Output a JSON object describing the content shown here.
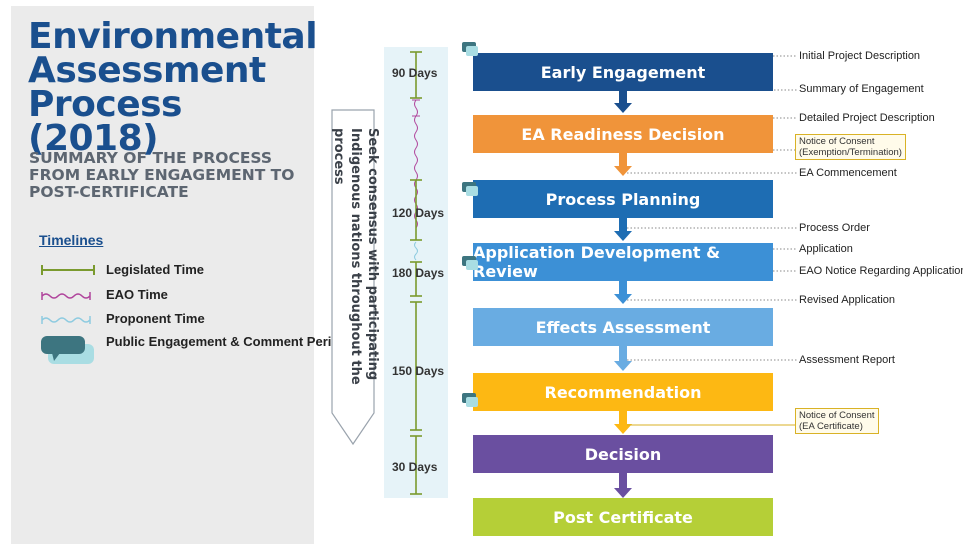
{
  "title": "Environmental Assessment Process (2018)",
  "subtitle": "SUMMARY OF THE PROCESS FROM EARLY ENGAGEMENT TO POST-CERTIFICATE",
  "timelines": {
    "heading": "Timelines",
    "items": [
      {
        "label": "Legislated Time",
        "color": "#7a9a2e"
      },
      {
        "label": "EAO Time",
        "color": "#b0459c"
      },
      {
        "label": "Proponent Time",
        "color": "#8ecbe0"
      },
      {
        "label": "Public Engagement & Comment Period",
        "color": "#3d7580"
      }
    ]
  },
  "sidebar_text": "Seek consensus with participating Indigenous nations throughout the process",
  "durations": [
    "90 Days",
    "120 Days",
    "180 Days",
    "150 Days",
    "30 Days"
  ],
  "steps": [
    {
      "label": "Early Engagement",
      "color": "#1a4f8e"
    },
    {
      "label": "EA Readiness Decision",
      "color": "#f0943a"
    },
    {
      "label": "Process Planning",
      "color": "#1e6db3"
    },
    {
      "label": "Application Development & Review",
      "color": "#3c90d6"
    },
    {
      "label": "Effects Assessment",
      "color": "#69ace2"
    },
    {
      "label": "Recommendation",
      "color": "#fdb813"
    },
    {
      "label": "Decision",
      "color": "#6a4fa0"
    },
    {
      "label": "Post Certificate",
      "color": "#b5cf37"
    }
  ],
  "outputs": [
    "Initial Project Description",
    "Summary of Engagement",
    "Detailed Project Description",
    "EA Commencement",
    "Process Order",
    "Application",
    "EAO Notice Regarding Application",
    "Revised Application",
    "Assessment Report"
  ],
  "notices": [
    {
      "line1": "Notice of Consent",
      "line2": "(Exemption/Termination)"
    },
    {
      "line1": "Notice of Consent",
      "line2": "(EA Certificate)"
    }
  ]
}
